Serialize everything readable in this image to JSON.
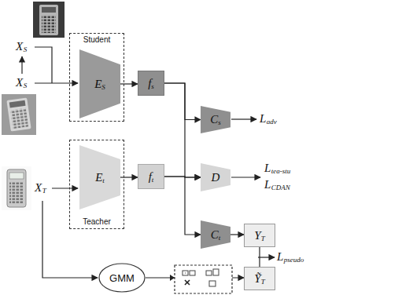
{
  "diagram": {
    "nodes": [
      {
        "text": [
          "Student"
        ]
      },
      {
        "text": [
          "E",
          "S"
        ],
        "in": 0
      },
      {
        "text": [
          "f",
          "s"
        ]
      },
      {
        "text": [
          "C",
          "s"
        ]
      },
      {
        "text": [
          "D"
        ]
      },
      {
        "text": [
          "Teacher"
        ]
      },
      {
        "text": [
          "E",
          "t"
        ],
        "in": 5
      },
      {
        "text": [
          "f",
          "t"
        ]
      },
      {
        "text": [
          "C",
          "t"
        ]
      },
      {
        "text": [
          "Y",
          "T"
        ]
      },
      {
        "text": [
          "GMM"
        ]
      },
      {
        "text": [
          "Ỹ",
          "T"
        ]
      }
    ],
    "edges": [
      {
        "from": 1,
        "to": 2,
        "arrow": "to"
      },
      {
        "from": 6,
        "to": 7,
        "arrow": "to"
      },
      {
        "from": 2,
        "to": 3,
        "arrow": "to"
      },
      {
        "from": 2,
        "to": 4,
        "arrow": "to"
      },
      {
        "from": 7,
        "to": 4,
        "arrow": "to"
      },
      {
        "from": 7,
        "to": 8,
        "arrow": "to"
      },
      {
        "from": 8,
        "to": 9,
        "arrow": "to"
      },
      {
        "from": 9,
        "to": 11,
        "arrow": "none"
      },
      {
        "from": 10,
        "to": 11,
        "arrow": "to"
      }
    ],
    "labels": [
      "X",
      "S",
      "X",
      "S",
      "X",
      "T",
      "L",
      "adv",
      "L",
      "tea-stu",
      "L",
      "CDAN",
      "L",
      "pseudo"
    ]
  }
}
